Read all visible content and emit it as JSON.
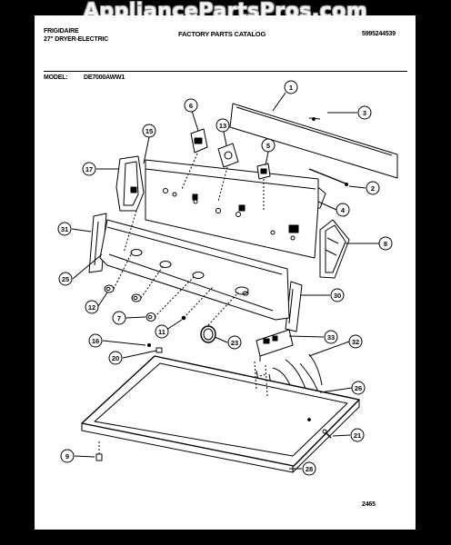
{
  "watermark": "AppliancePartsPros.com",
  "header": {
    "brand": "FRIGIDAIRE",
    "product": "27\" DRYER-ELECTRIC",
    "catalog": "FACTORY PARTS CATALOG",
    "part_number": "5995244539",
    "model_label": "MODEL:",
    "model_value": "DE7000AWW1"
  },
  "diagram_code": "2465",
  "callouts": [
    {
      "label": "1"
    },
    {
      "label": "3"
    },
    {
      "label": "2"
    },
    {
      "label": "4"
    },
    {
      "label": "8"
    },
    {
      "label": "30"
    },
    {
      "label": "33"
    },
    {
      "label": "32"
    },
    {
      "label": "26"
    },
    {
      "label": "21"
    },
    {
      "label": "6"
    },
    {
      "label": "13"
    },
    {
      "label": "5"
    },
    {
      "label": "15"
    },
    {
      "label": "17"
    },
    {
      "label": "31"
    },
    {
      "label": "25"
    },
    {
      "label": "12"
    },
    {
      "label": "7"
    },
    {
      "label": "11"
    },
    {
      "label": "23"
    },
    {
      "label": "16"
    },
    {
      "label": "20"
    },
    {
      "label": "9"
    },
    {
      "label": "28"
    }
  ]
}
